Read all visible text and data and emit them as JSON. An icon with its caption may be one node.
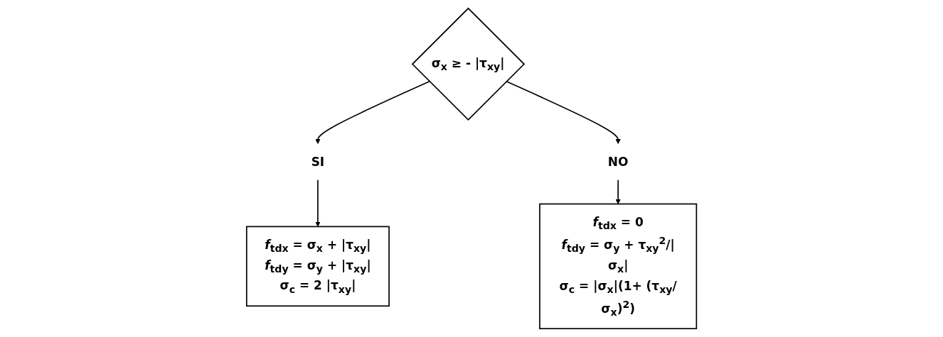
{
  "diagram": {
    "nodes": [
      {
        "text": [
          "σ$_{x}$ ≥ - |τ$_{xy}$|"
        ]
      },
      {
        "text": [
          "SI"
        ]
      },
      {
        "text": [
          "NO"
        ]
      },
      {
        "text": [
          "*f*$_{tdx}$ = σ$_{x}$ + |τ$_{xy}$|",
          "*f*$_{tdy}$ = σ$_{y}$ + |τ$_{xy}$|",
          "σ$_{c}$ = 2 |τ$_{xy}$|"
        ]
      },
      {
        "text": [
          "*f*$_{tdx}$ = 0",
          "*f*$_{tdy}$ = σ$_{y}$ + τ$_{xy}$$^{2}$/|σ$_{x}$|",
          "σ$_{c}$ = |σ$_{x}$|(1+ (τ$_{xy}$/σ$_{x}$)$^{2}$)"
        ]
      }
    ],
    "edges": [
      {
        "from": 0,
        "to": 1,
        "arrow": "to"
      },
      {
        "from": 0,
        "to": 2,
        "arrow": "to"
      },
      {
        "from": 1,
        "to": 3,
        "arrow": "to"
      },
      {
        "from": 2,
        "to": 4,
        "arrow": "to"
      }
    ]
  }
}
